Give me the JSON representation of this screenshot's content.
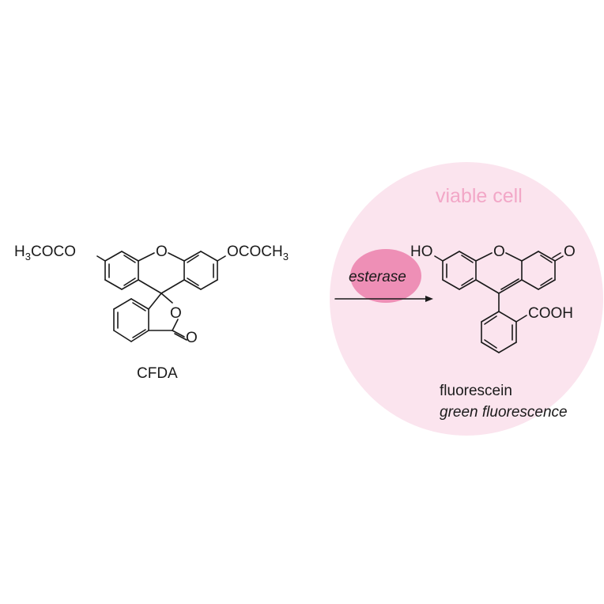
{
  "colors": {
    "cell_fill": "#fbe4ee",
    "esterase_fill": "#ee8fb6",
    "cell_title": "#f2a7c7",
    "ink": "#1a1a1a"
  },
  "cfda": {
    "name": "CFDA",
    "left_group": {
      "main": "H",
      "sub": "3",
      "rest": "COCO"
    },
    "right_group": {
      "main": "OCOCH",
      "sub": "3"
    },
    "ring_oxygen": "O",
    "lactone_oxygen": "O",
    "carbonyl_oxygen": "O"
  },
  "reaction": {
    "enzyme": "esterase",
    "arrow_icon": "arrow-right-icon"
  },
  "cell": {
    "title": "viable cell"
  },
  "fluorescein": {
    "name": "fluorescein",
    "description": "green fluorescence",
    "hydroxyl": "HO",
    "ring_oxygen": "O",
    "keto_oxygen": "O",
    "carboxyl": "COOH"
  }
}
